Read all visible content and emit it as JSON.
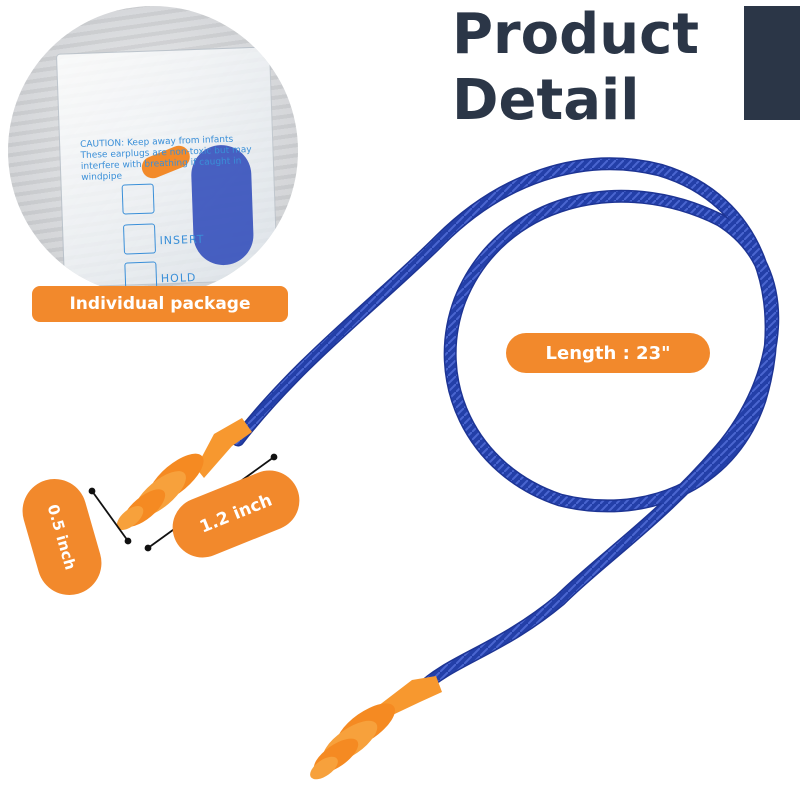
{
  "header": {
    "title_line1": "Product",
    "title_line2": "Detail"
  },
  "package": {
    "label": "Individual package",
    "caution_text": "CAUTION: Keep away from infants These earplugs are non-toxic but may interfere with breathing if caught in windpipe",
    "insert_text": "INSERT",
    "hold_text": "HOLD"
  },
  "dimensions": {
    "length_label": "Length : 23\"",
    "width_label": "0.5 inch",
    "height_label": "1.2 inch"
  },
  "colors": {
    "title": "#2b3647",
    "accent_bar": "#2b3647",
    "pill": "#f2892c",
    "earplug": "#f7982f",
    "cord": "#233fa8"
  },
  "icons": {
    "earplug": "earplug-icon",
    "cord": "cord-icon"
  }
}
